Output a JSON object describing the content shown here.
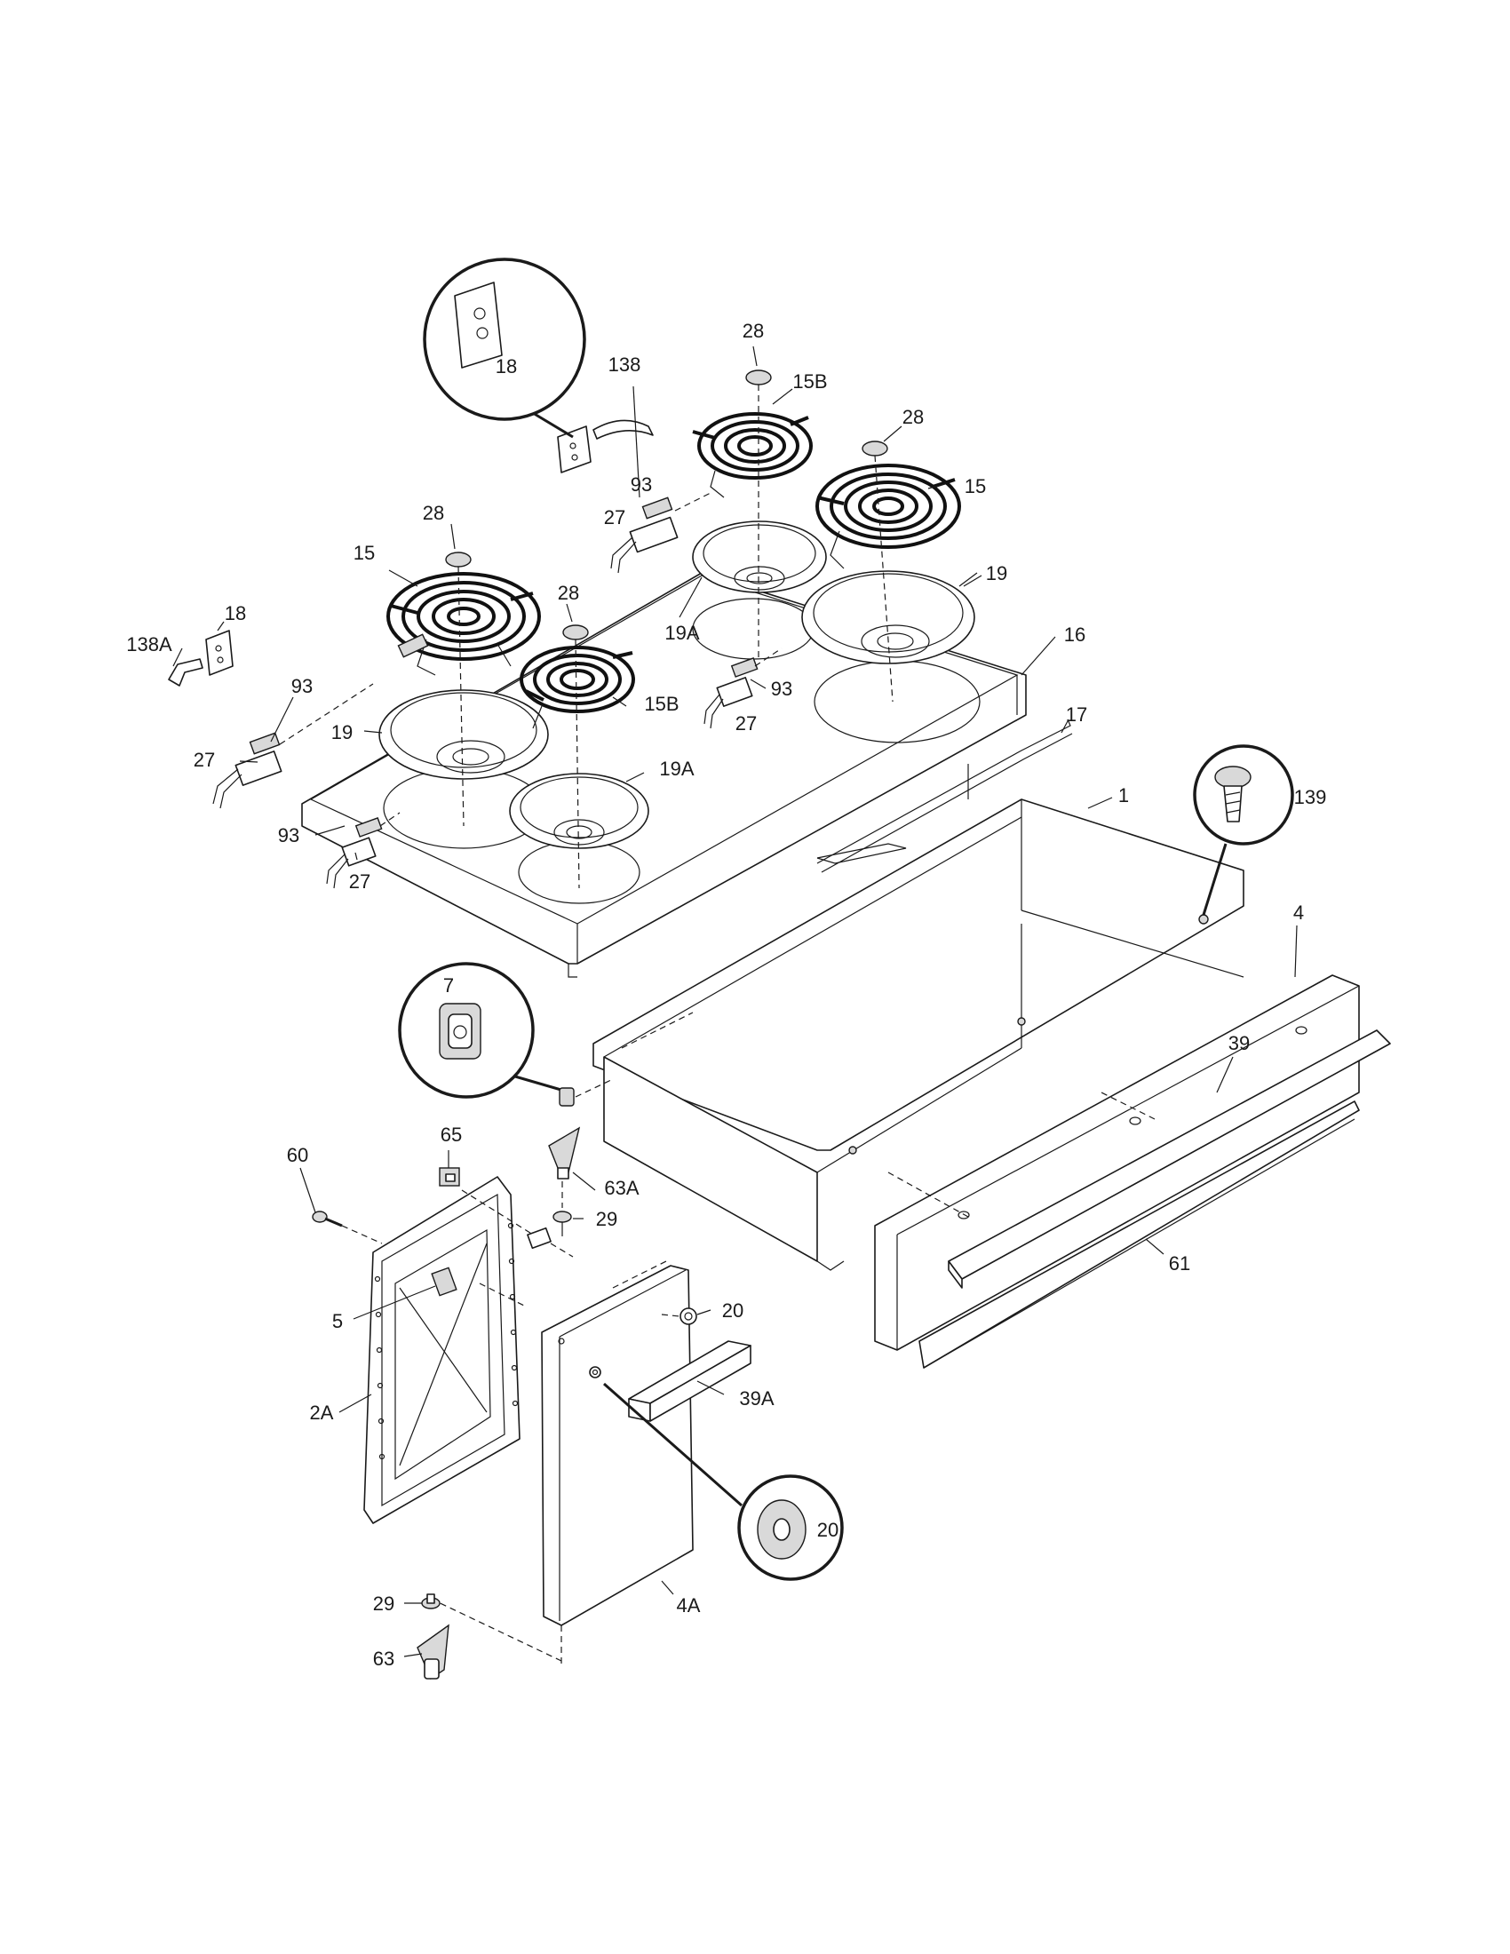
{
  "labels": [
    {
      "id": "l-18-detail",
      "text": "18"
    },
    {
      "id": "l-138",
      "text": "138"
    },
    {
      "id": "l-28-a",
      "text": "28"
    },
    {
      "id": "l-15b-a",
      "text": "15B"
    },
    {
      "id": "l-28-b",
      "text": "28"
    },
    {
      "id": "l-15-a",
      "text": "15"
    },
    {
      "id": "l-93-a",
      "text": "93"
    },
    {
      "id": "l-27-a",
      "text": "27"
    },
    {
      "id": "l-28-c",
      "text": "28"
    },
    {
      "id": "l-15-b",
      "text": "15"
    },
    {
      "id": "l-19-a",
      "text": "19"
    },
    {
      "id": "l-28-d",
      "text": "28"
    },
    {
      "id": "l-19a-a",
      "text": "19A"
    },
    {
      "id": "l-18",
      "text": "18"
    },
    {
      "id": "l-138a",
      "text": "138A"
    },
    {
      "id": "l-16",
      "text": "16"
    },
    {
      "id": "l-93-b",
      "text": "93"
    },
    {
      "id": "l-15b-b",
      "text": "15B"
    },
    {
      "id": "l-93-c",
      "text": "93"
    },
    {
      "id": "l-27-b",
      "text": "27"
    },
    {
      "id": "l-19-b",
      "text": "19"
    },
    {
      "id": "l-17",
      "text": "17"
    },
    {
      "id": "l-27-c",
      "text": "27"
    },
    {
      "id": "l-19a-b",
      "text": "19A"
    },
    {
      "id": "l-1",
      "text": "1"
    },
    {
      "id": "l-139",
      "text": "139"
    },
    {
      "id": "l-93-d",
      "text": "93"
    },
    {
      "id": "l-27-d",
      "text": "27"
    },
    {
      "id": "l-4",
      "text": "4"
    },
    {
      "id": "l-7",
      "text": "7"
    },
    {
      "id": "l-39",
      "text": "39"
    },
    {
      "id": "l-65",
      "text": "65"
    },
    {
      "id": "l-60",
      "text": "60"
    },
    {
      "id": "l-63a",
      "text": "63A"
    },
    {
      "id": "l-29-a",
      "text": "29"
    },
    {
      "id": "l-61",
      "text": "61"
    },
    {
      "id": "l-20-a",
      "text": "20"
    },
    {
      "id": "l-5",
      "text": "5"
    },
    {
      "id": "l-39a",
      "text": "39A"
    },
    {
      "id": "l-2a",
      "text": "2A"
    },
    {
      "id": "l-20-detail",
      "text": "20"
    },
    {
      "id": "l-4a",
      "text": "4A"
    },
    {
      "id": "l-29-b",
      "text": "29"
    },
    {
      "id": "l-63",
      "text": "63"
    }
  ]
}
